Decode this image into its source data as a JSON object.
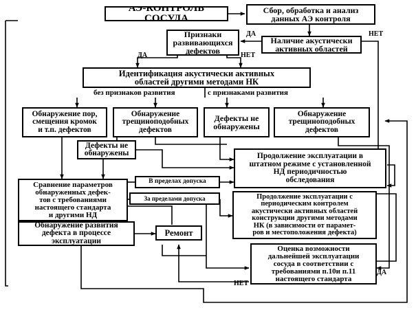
{
  "nodes": {
    "ae_control": "АЭ-КОНТРОЛЬ СОСУДА",
    "data_collect": "Сбор, обработка и анализ\nданных АЭ контроля",
    "signs_dev": "Признаки\nразвивающихся\nдефектов",
    "active_areas": "Наличие акустически\nактивных областей",
    "identification": "Идентификация акустически активных\nобластей другими методами НК",
    "pores": "Обнаружение пор,\nсмещения кромок\nи т.п. дефектов",
    "cracks_left": "Обнаружение\nтрещиноподобных\nдефектов",
    "no_defects_mid": "Дефекты не\nобнаружены",
    "cracks_right": "Обнаружение\nтрещиноподобных\nдефектов",
    "no_defects_left": "Дефекты не\nобнаружены",
    "continue_normal": "Продолжение эксплуатации в\nштатном режиме с установленной\nНД периодичностью\nобследования",
    "compare": "Сравнение параметров\nобнаруженных дефек-\nтов с требованиями\nнастоящего стандарта\nи другими НД",
    "continue_periodic": "Продолжение эксплуатации с\nпериодическим контролем\nакустически активных областей\nконструкции другими методами\nНК (в зависимости от парамет-\nров и местоположения дефекта)",
    "dev_detect": "Обнаружение развития\nдефекта в процессе\nэксплуатации",
    "repair": "Ремонт",
    "evaluate": "Оценка возможности\nдальнейшей эксплуатации\nсосуда в соответствии с\nтребованиями п.10и п.11\nнастоящего стандарта",
    "within": "В пределах допуска",
    "beyond": "За пределами допуска"
  },
  "labels": {
    "yes": "ДА",
    "no": "НЕТ",
    "no_dev": "без признаков развития",
    "with_dev": "с признаками развития"
  }
}
